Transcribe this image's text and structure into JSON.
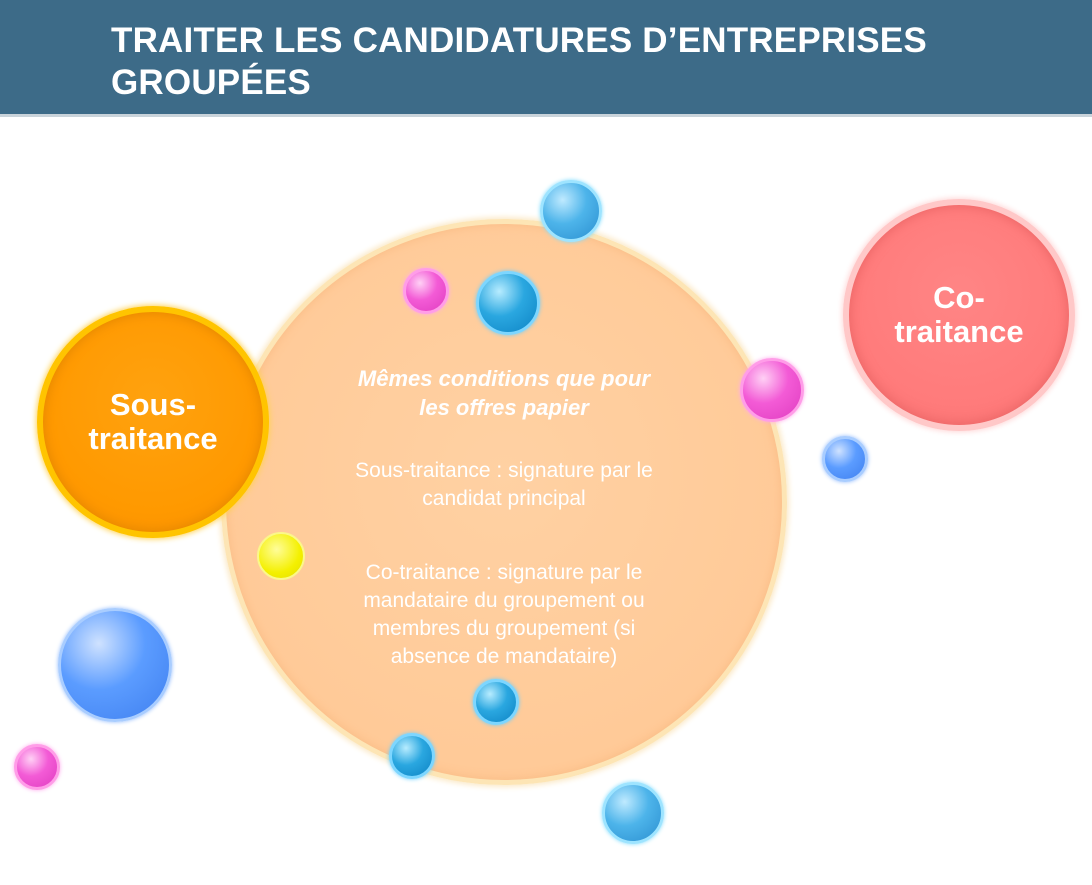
{
  "slide": {
    "title": "TRAITER LES CANDIDATURES D’ENTREPRISES GROUPÉES"
  },
  "diagram": {
    "left_circle": {
      "label": "Sous-\ntraitance",
      "color": "#ff9900"
    },
    "right_circle": {
      "label": "Co-\ntraitance",
      "color": "#ff7b7b"
    },
    "center_circle": {
      "heading": "Mêmes conditions que pour\nles offres papier",
      "paragraph_1": "Sous-traitance : signature par le\ncandidat principal",
      "paragraph_2": "Co-traitance : signature par le\nmandataire du groupement ou\nmembres du groupement (si\nabsence de mandataire)",
      "color": "#ffca98"
    }
  }
}
